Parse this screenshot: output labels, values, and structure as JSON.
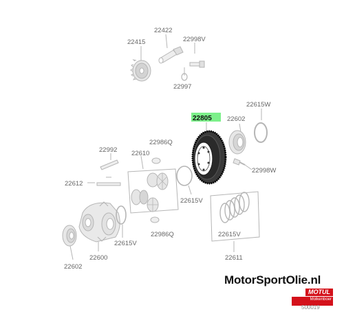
{
  "diagram": {
    "highlighted_part": "22805",
    "highlight_color": "#7CF08A",
    "labels": {
      "p22422": "22422",
      "p22415": "22415",
      "p22998v": "22998V",
      "p22997": "22997",
      "p22805": "22805",
      "p22602_top": "22602",
      "p22615w": "22615W",
      "p22986q_top": "22986Q",
      "p22992": "22992",
      "p22610": "22610",
      "p22998w": "22998W",
      "p22612": "22612",
      "p22615v_mid": "22615V",
      "p22986q_bot": "22986Q",
      "p22615v_low": "22615V",
      "p22615v_box": "22615V",
      "p22602_bot": "22602",
      "p22600": "22600",
      "p22611": "22611"
    },
    "diagram_code": "500019"
  },
  "watermark": {
    "brand": "MotorSportOlie.nl",
    "badge": "MOTUL",
    "dealer": "Molkenboer"
  }
}
